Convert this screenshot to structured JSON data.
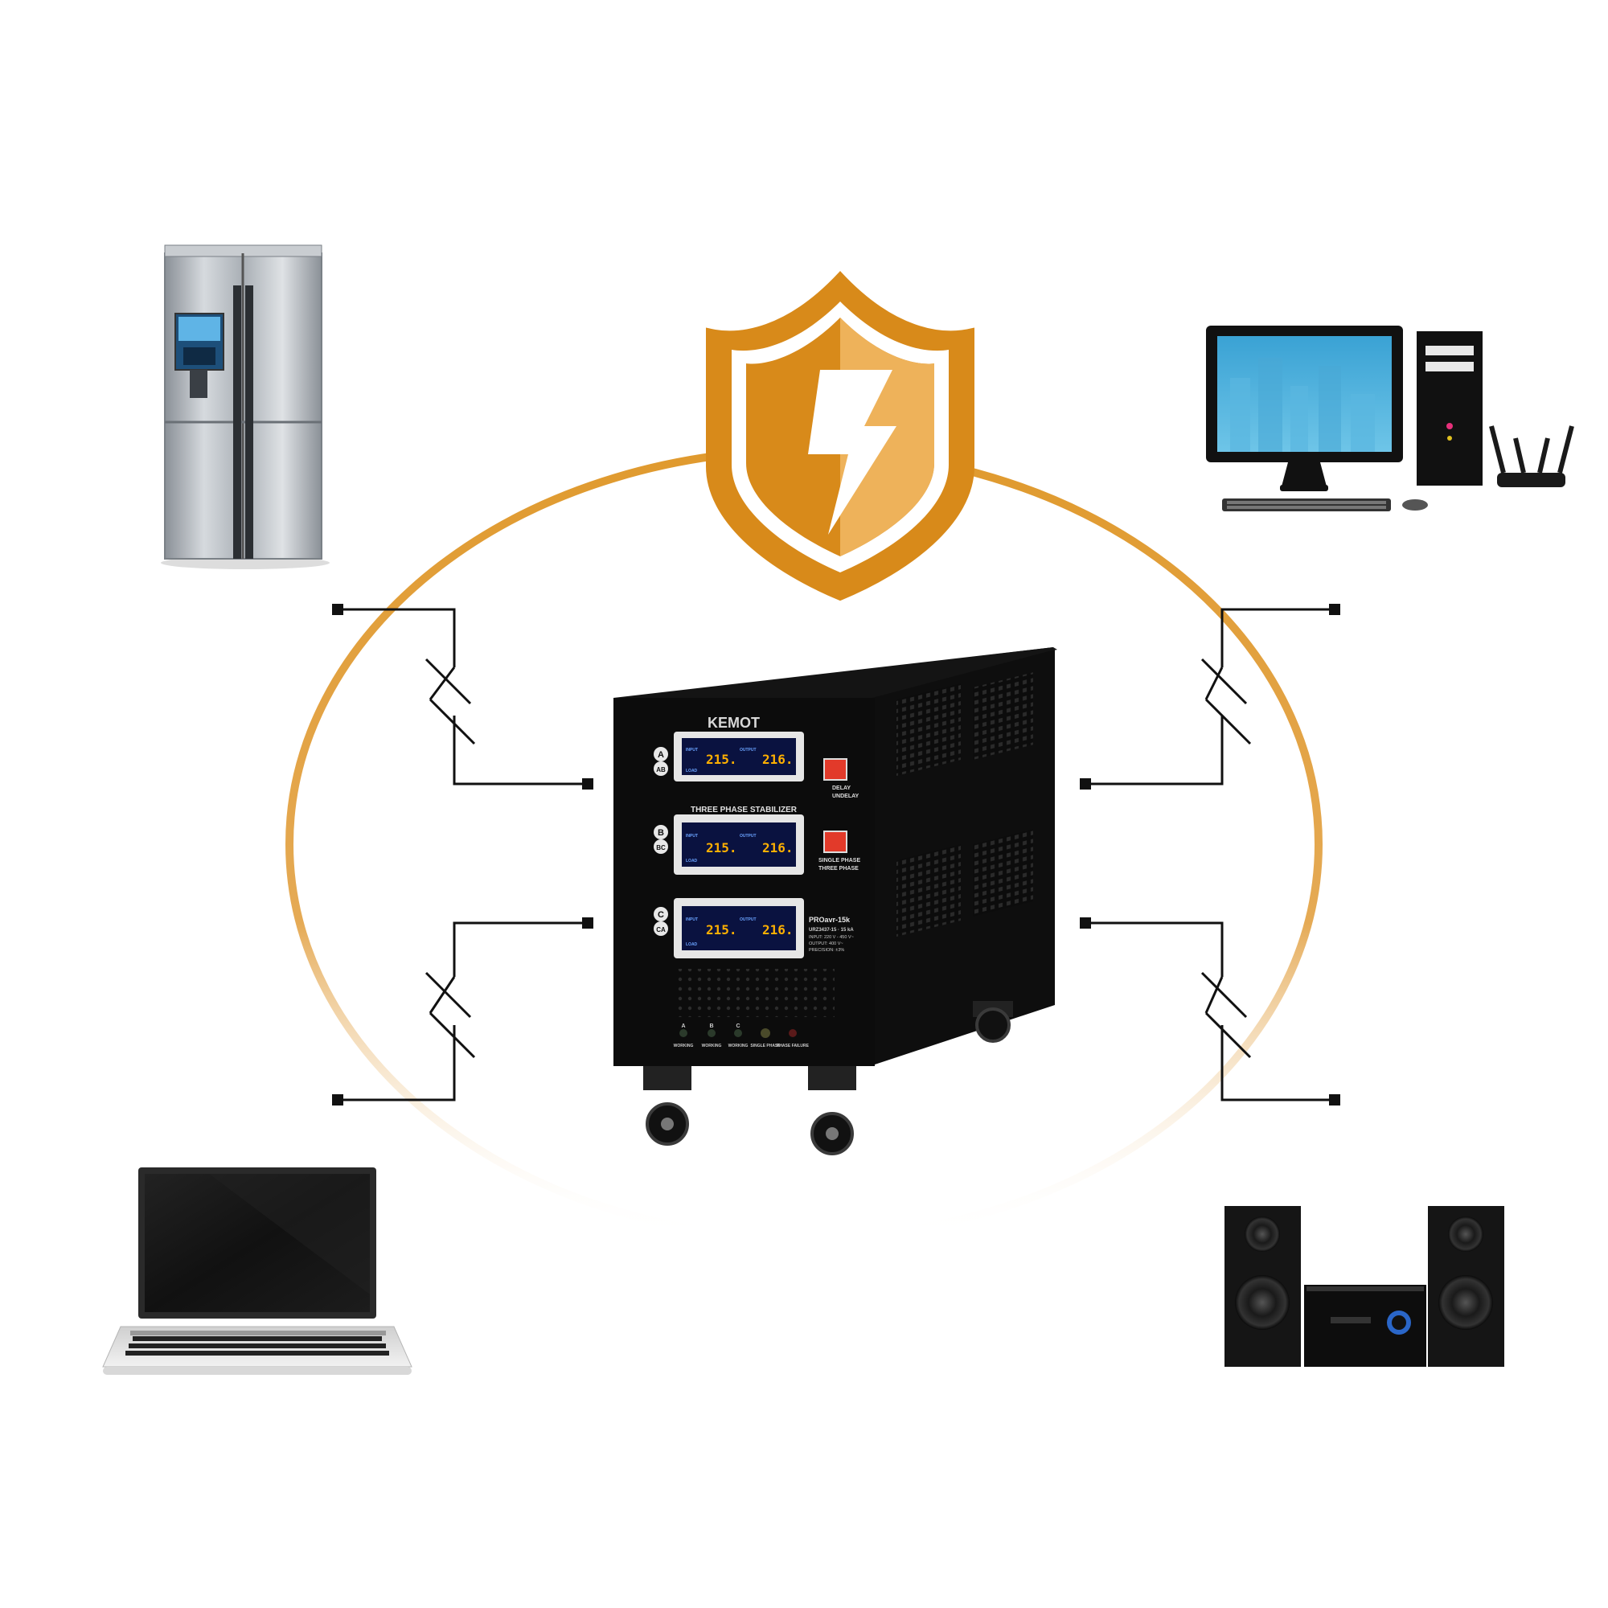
{
  "palette": {
    "ring": "#e09a2e",
    "shield_dark": "#d88a1a",
    "shield_light": "#eeb25a",
    "wire": "#111111",
    "unit_body": "#0c0c0c",
    "lcd_digits": "#ffb000",
    "button_red": "#e23a2a"
  },
  "icons": [
    "shield-lightning-icon",
    "refrigerator-icon",
    "desktop-computer-icon",
    "router-icon",
    "laptop-icon",
    "speaker-system-icon",
    "switch-symbol-icon"
  ],
  "stabilizer": {
    "brand": "KEMOT",
    "heading": "THREE PHASE STABILIZER",
    "phases": [
      {
        "top": "A",
        "bottom": "AB",
        "input": "215.",
        "output": "216.",
        "input_label": "INPUT",
        "output_label": "OUTPUT",
        "load_label": "LOAD"
      },
      {
        "top": "B",
        "bottom": "BC",
        "input": "215.",
        "output": "216.",
        "input_label": "INPUT",
        "output_label": "OUTPUT",
        "load_label": "LOAD"
      },
      {
        "top": "C",
        "bottom": "CA",
        "input": "215.",
        "output": "216.",
        "input_label": "INPUT",
        "output_label": "OUTPUT",
        "load_label": "LOAD"
      }
    ],
    "switch1": {
      "on": "DELAY",
      "off": "UNDELAY"
    },
    "switch2": {
      "on": "SINGLE PHASE",
      "off": "THREE PHASE"
    },
    "model": "PROavr-15k",
    "code": "URZ3437-15 · 15 kA",
    "spec_input": "INPUT: 220 V - 450 V~",
    "spec_output": "OUTPUT: 400 V~",
    "spec_precision": "PRECISION: ±3%",
    "indicators": [
      {
        "letter": "A",
        "label": "WORKING",
        "color": "#2b3a2b"
      },
      {
        "letter": "B",
        "label": "WORKING",
        "color": "#2b3a2b"
      },
      {
        "letter": "C",
        "label": "WORKING",
        "color": "#2b3a2b"
      },
      {
        "letter": "",
        "label": "SINGLE PHASE",
        "color": "#4a4a2a"
      },
      {
        "letter": "",
        "label": "PHASE FAILURE",
        "color": "#5a1a1a"
      }
    ]
  }
}
